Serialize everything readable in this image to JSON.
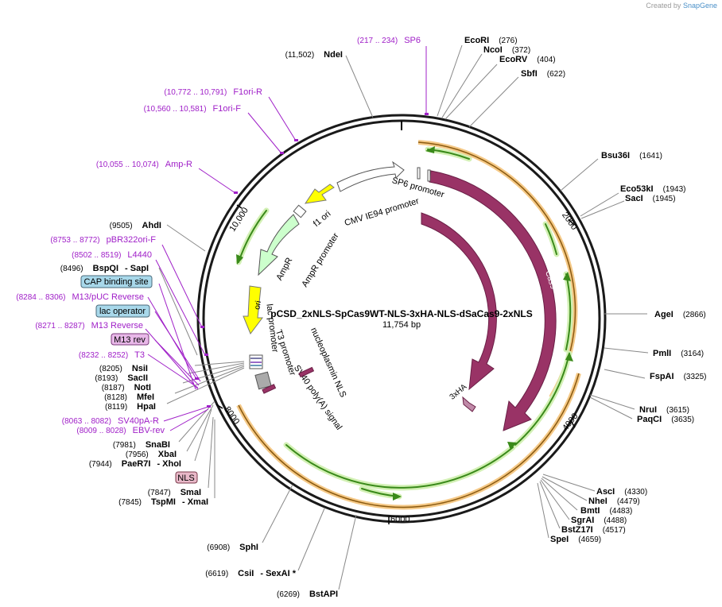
{
  "credit": {
    "prefix": "Created by",
    "brand": "SnapGene"
  },
  "plasmid": {
    "name": "pCSD_2xNLS-SpCas9WT-NLS-3xHA-NLS-dSaCas9-2xNLS",
    "length": "11,754 bp"
  },
  "ticks": [
    "2000",
    "4000",
    "6000",
    "8000",
    "10,000"
  ],
  "enzymes_right": [
    {
      "name": "EcoRI",
      "pos": "(276)"
    },
    {
      "name": "NcoI",
      "pos": "(372)"
    },
    {
      "name": "EcoRV",
      "pos": "(404)"
    },
    {
      "name": "SbfI",
      "pos": "(622)"
    },
    {
      "name": "Bsu36I",
      "pos": "(1641)"
    },
    {
      "name": "Eco53kI",
      "pos": "(1943)"
    },
    {
      "name": "SacI",
      "pos": "(1945)"
    },
    {
      "name": "AgeI",
      "pos": "(2866)"
    },
    {
      "name": "PmlI",
      "pos": "(3164)"
    },
    {
      "name": "FspAI",
      "pos": "(3325)"
    },
    {
      "name": "NruI",
      "pos": "(3615)"
    },
    {
      "name": "PaqCI",
      "pos": "(3635)"
    },
    {
      "name": "AscI",
      "pos": "(4330)"
    },
    {
      "name": "NheI",
      "pos": "(4479)"
    },
    {
      "name": "BmtI",
      "pos": "(4483)"
    },
    {
      "name": "SgrAI",
      "pos": "(4488)"
    },
    {
      "name": "BstZ17I",
      "pos": "(4517)"
    },
    {
      "name": "SpeI",
      "pos": "(4659)"
    }
  ],
  "enzymes_left": [
    {
      "name": "NdeI",
      "pos": "(11,502)"
    },
    {
      "name": "AhdI",
      "pos": "(9505)"
    },
    {
      "name": "BspQI",
      "pos": "(8496)",
      "extra": "- SapI"
    },
    {
      "name": "NsiI",
      "pos": "(8205)"
    },
    {
      "name": "SacII",
      "pos": "(8193)"
    },
    {
      "name": "NotI",
      "pos": "(8187)"
    },
    {
      "name": "MfeI",
      "pos": "(8128)"
    },
    {
      "name": "HpaI",
      "pos": "(8119)"
    },
    {
      "name": "SnaBI",
      "pos": "(7981)"
    },
    {
      "name": "XbaI",
      "pos": "(7956)"
    },
    {
      "name": "PaeR7I",
      "pos": "(7944)",
      "extra": "- XhoI"
    },
    {
      "name": "SmaI",
      "pos": "(7847)"
    },
    {
      "name": "TspMI",
      "pos": "(7845)",
      "extra": "- XmaI"
    },
    {
      "name": "SphI",
      "pos": "(6908)"
    },
    {
      "name": "CsiI",
      "pos": "(6619)",
      "extra": "- SexAI *"
    },
    {
      "name": "BstAPI",
      "pos": "(6269)"
    }
  ],
  "primers": [
    {
      "name": "SP6",
      "pos": "(217 .. 234)"
    },
    {
      "name": "F1ori-R",
      "pos": "(10,772 .. 10,791)"
    },
    {
      "name": "F1ori-F",
      "pos": "(10,560 .. 10,581)"
    },
    {
      "name": "Amp-R",
      "pos": "(10,055 .. 10,074)"
    },
    {
      "name": "pBR322ori-F",
      "pos": "(8753 .. 8772)"
    },
    {
      "name": "L4440",
      "pos": "(8502 .. 8519)"
    },
    {
      "name": "M13/pUC Reverse",
      "pos": "(8284 .. 8306)"
    },
    {
      "name": "M13 Reverse",
      "pos": "(8271 .. 8287)"
    },
    {
      "name": "T3",
      "pos": "(8232 .. 8252)"
    },
    {
      "name": "SV40pA-R",
      "pos": "(8063 .. 8082)"
    },
    {
      "name": "EBV-rev",
      "pos": "(8009 .. 8028)"
    }
  ],
  "boxed_features": [
    {
      "name": "CAP binding site"
    },
    {
      "name": "lac operator"
    },
    {
      "name": "M13 rev"
    },
    {
      "name": "NLS"
    }
  ],
  "features": [
    {
      "name": "SP6 promoter"
    },
    {
      "name": "CMV IE94 promoter"
    },
    {
      "name": "f1 ori"
    },
    {
      "name": "AmpR"
    },
    {
      "name": "AmpR promoter"
    },
    {
      "name": "ori"
    },
    {
      "name": "lac promoter"
    },
    {
      "name": "T3 promoter"
    },
    {
      "name": "SV40 poly(A) signal"
    },
    {
      "name": "nucleoplasmin NLS"
    },
    {
      "name": "Cas9"
    },
    {
      "name": "Cas9"
    },
    {
      "name": "3xHA"
    }
  ],
  "colors": {
    "backbone": "#1a1a1a",
    "cas9": "#993366",
    "orf_arrow": "#3a8a1a",
    "orf_glow": "#d2f0b4",
    "highlight_ring": "#f5c987",
    "highlight_line": "#8a5a10",
    "fori": "#ffff00",
    "ampr": "#ccffcc",
    "promoter": "#ffffff",
    "primer": "#a020c8",
    "cap_box": "#a8d8ea",
    "lac_box": "#a8d8ea",
    "m13_box": "#e8b8e8",
    "nls_box": "#e8b8c8"
  }
}
